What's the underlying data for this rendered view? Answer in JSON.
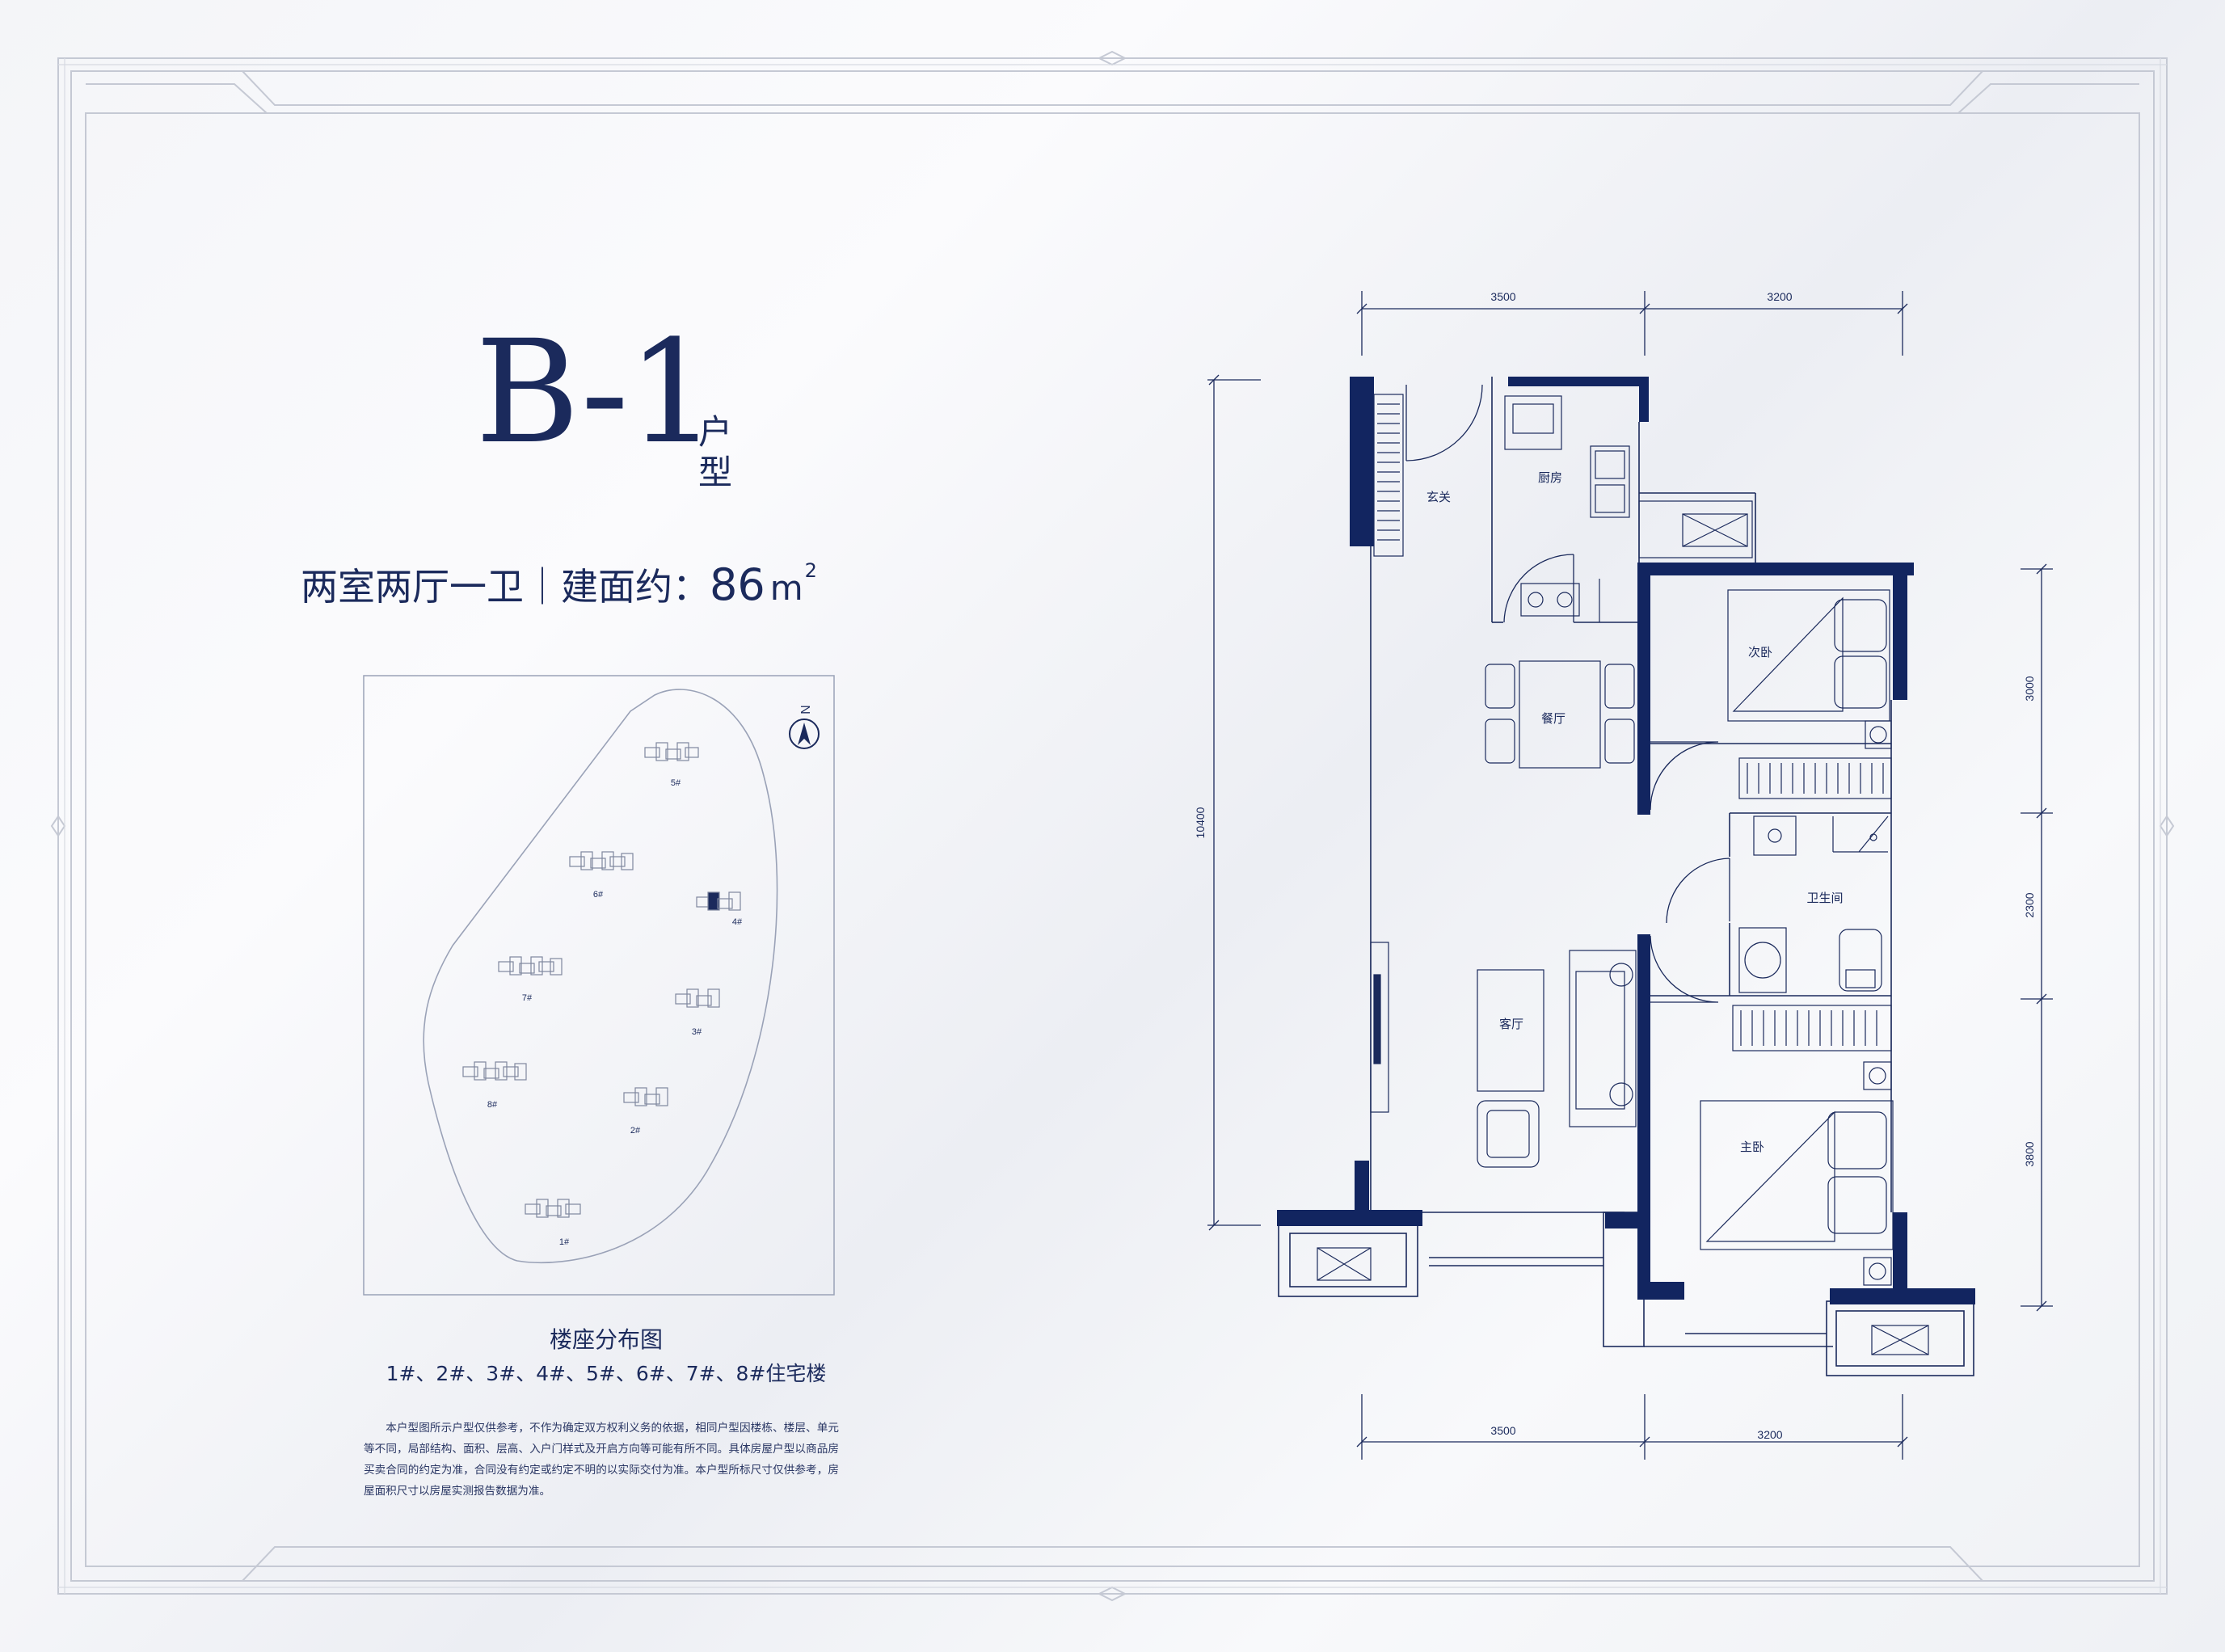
{
  "header": {
    "unit_code": "B-1",
    "unit_suffix": "户型",
    "layout_desc": "两室两厅一卫｜建面约：",
    "area_value": "86",
    "area_unit": "m",
    "area_exponent": "2"
  },
  "site_map": {
    "north_label": "N",
    "buildings": [
      "1#",
      "2#",
      "3#",
      "4#",
      "5#",
      "6#",
      "7#",
      "8#"
    ],
    "highlighted_building": "4#",
    "caption_title": "楼座分布图",
    "caption_list": "1#、2#、3#、4#、5#、6#、7#、8#住宅楼"
  },
  "disclaimer": "本户型图所示户型仅供参考，不作为确定双方权利义务的依据，相同户型因楼栋、楼层、单元等不同，局部结构、面积、层高、入户门样式及开启方向等可能有所不同。具体房屋户型以商品房买卖合同的约定为准，合同没有约定或约定不明的以实际交付为准。本户型所标尺寸仅供参考，房屋面积尺寸以房屋实测报告数据为准。",
  "floor_plan": {
    "rooms": {
      "entry": "玄关",
      "kitchen": "厨房",
      "dining": "餐厅",
      "living": "客厅",
      "second_bedroom": "次卧",
      "bathroom": "卫生间",
      "master_bedroom": "主卧"
    },
    "dimensions": {
      "top_left": "3500",
      "top_right": "3200",
      "bottom_left": "3500",
      "bottom_right": "3200",
      "left_total": "10400",
      "right_1": "3000",
      "right_2": "2300",
      "right_3": "3800"
    }
  },
  "colors": {
    "wall": "#122560",
    "line": "#1b2a5c",
    "background": "#f4f5f8"
  }
}
